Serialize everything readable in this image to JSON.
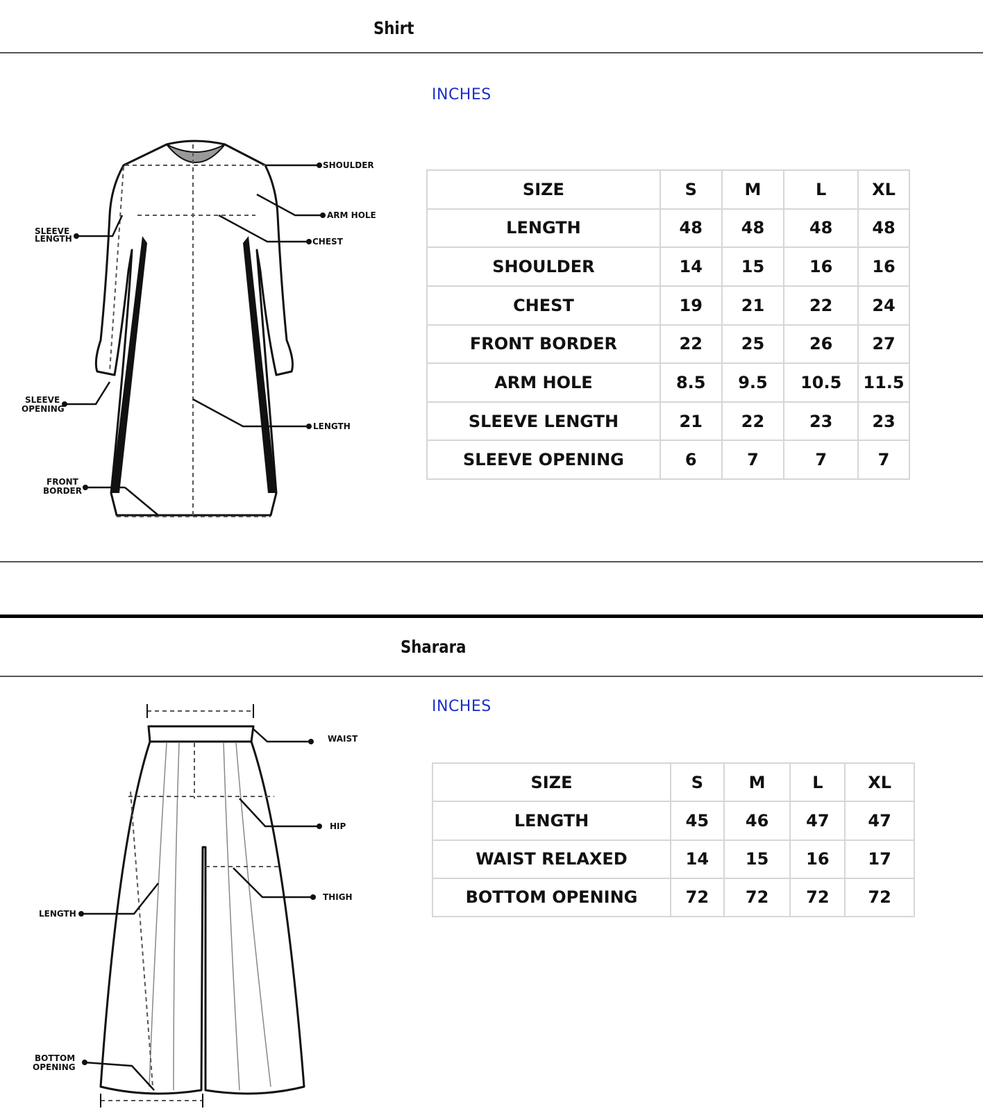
{
  "shirt": {
    "title": "Shirt",
    "units": "INCHES",
    "diagram_labels": {
      "shoulder": "SHOULDER",
      "arm_hole": "ARM HOLE",
      "chest": "CHEST",
      "sleeve_length_1": "SLEEVE",
      "sleeve_length_2": "LENGTH",
      "sleeve_opening_1": "SLEEVE",
      "sleeve_opening_2": "OPENING",
      "length": "LENGTH",
      "front_border_1": "FRONT",
      "front_border_2": "BORDER"
    },
    "table": {
      "headers": [
        "SIZE",
        "S",
        "M",
        "L",
        "XL"
      ],
      "rows": [
        [
          "LENGTH",
          "48",
          "48",
          "48",
          "48"
        ],
        [
          "SHOULDER",
          "14",
          "15",
          "16",
          "16"
        ],
        [
          "CHEST",
          "19",
          "21",
          "22",
          "24"
        ],
        [
          "FRONT BORDER",
          "22",
          "25",
          "26",
          "27"
        ],
        [
          "ARM HOLE",
          "8.5",
          "9.5",
          "10.5",
          "11.5"
        ],
        [
          "SLEEVE LENGTH",
          "21",
          "22",
          "23",
          "23"
        ],
        [
          "SLEEVE OPENING",
          "6",
          "7",
          "7",
          "7"
        ]
      ]
    }
  },
  "sharara": {
    "title": "Sharara",
    "units": "INCHES",
    "diagram_labels": {
      "waist": "WAIST",
      "hip": "HIP",
      "thigh": "THIGH",
      "length": "LENGTH",
      "bottom_opening_1": "BOTTOM",
      "bottom_opening_2": "OPENING"
    },
    "table": {
      "headers": [
        "SIZE",
        "S",
        "M",
        "L",
        "XL"
      ],
      "rows": [
        [
          "LENGTH",
          "45",
          "46",
          "47",
          "47"
        ],
        [
          "WAIST RELAXED",
          "14",
          "15",
          "16",
          "17"
        ],
        [
          "BOTTOM OPENING",
          "72",
          "72",
          "72",
          "72"
        ]
      ]
    }
  },
  "colors": {
    "units": "#1a2fc4",
    "border": "#d6d6d6"
  }
}
